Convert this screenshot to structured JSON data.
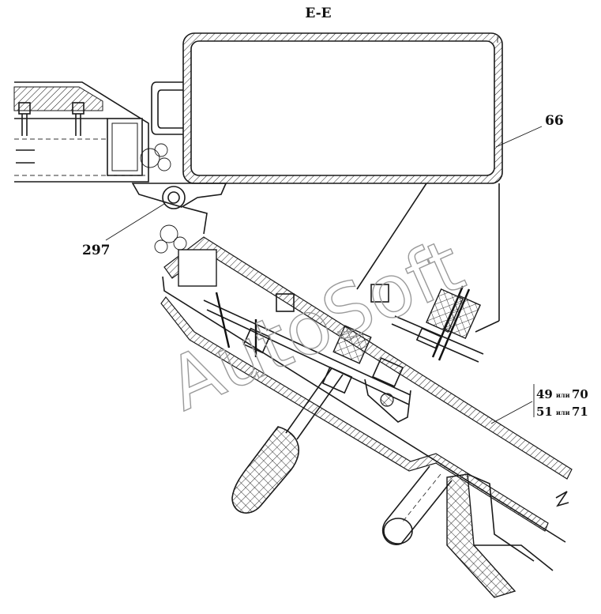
{
  "title": "E-E",
  "callouts": {
    "c66": "66",
    "c297": "297",
    "ref_line1_a": "49",
    "ref_line1_sep": "или",
    "ref_line1_b": "70",
    "ref_line2_a": "51",
    "ref_line2_sep": "или",
    "ref_line2_b": "71"
  },
  "watermark": "AutoSoft",
  "colors": {
    "line": "#1a1a1a",
    "background": "#ffffff",
    "watermark": "#9a9a9a"
  }
}
